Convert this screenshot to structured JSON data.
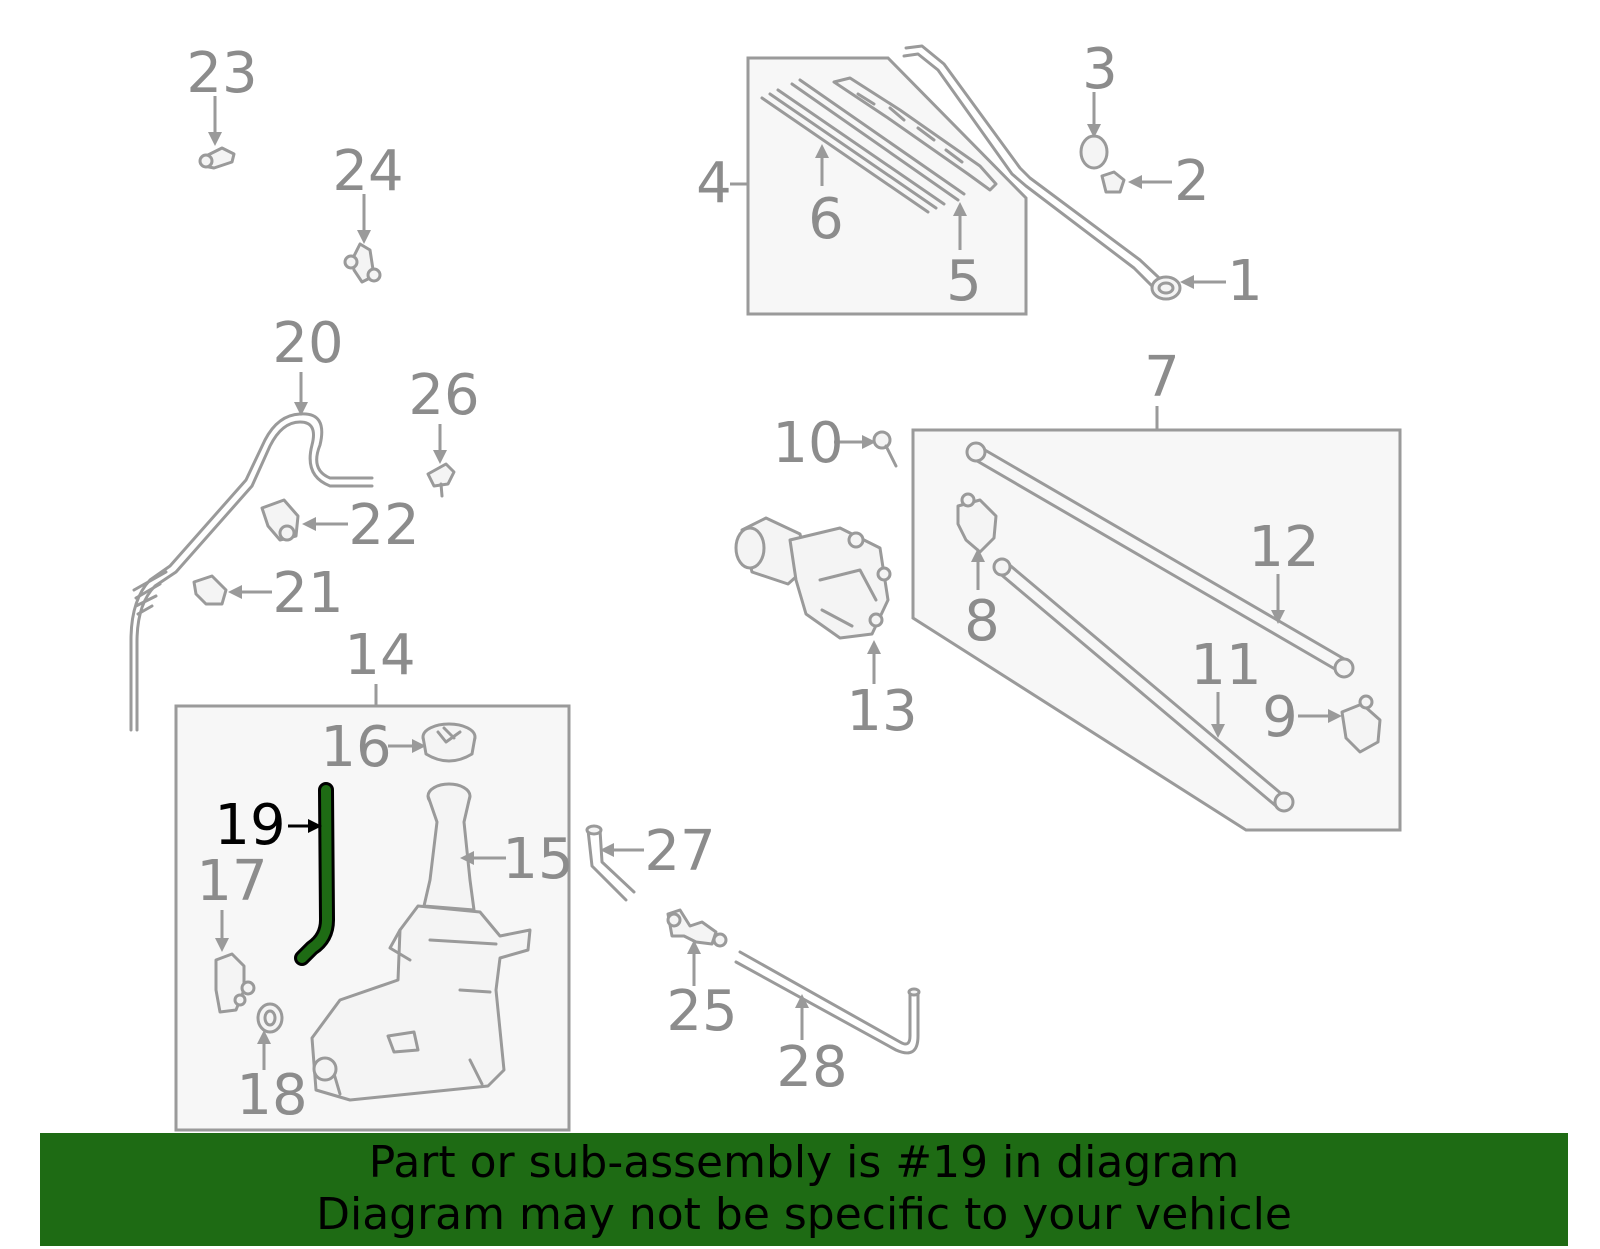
{
  "labels": {
    "l1": "1",
    "l2": "2",
    "l3": "3",
    "l4": "4",
    "l5": "5",
    "l6": "6",
    "l7": "7",
    "l8": "8",
    "l9": "9",
    "l10": "10",
    "l11": "11",
    "l12": "12",
    "l13": "13",
    "l14": "14",
    "l15": "15",
    "l16": "16",
    "l17": "17",
    "l18": "18",
    "l19": "19",
    "l20": "20",
    "l21": "21",
    "l22": "22",
    "l23": "23",
    "l24": "24",
    "l25": "25",
    "l26": "26",
    "l27": "27",
    "l28": "28"
  },
  "highlight": {
    "part_number": "19",
    "color": "#1e6b14"
  },
  "banner": {
    "line1": "Part or sub-assembly is #19 in diagram",
    "line2": "Diagram may not be specific to your vehicle",
    "color": "#1e6b14"
  }
}
